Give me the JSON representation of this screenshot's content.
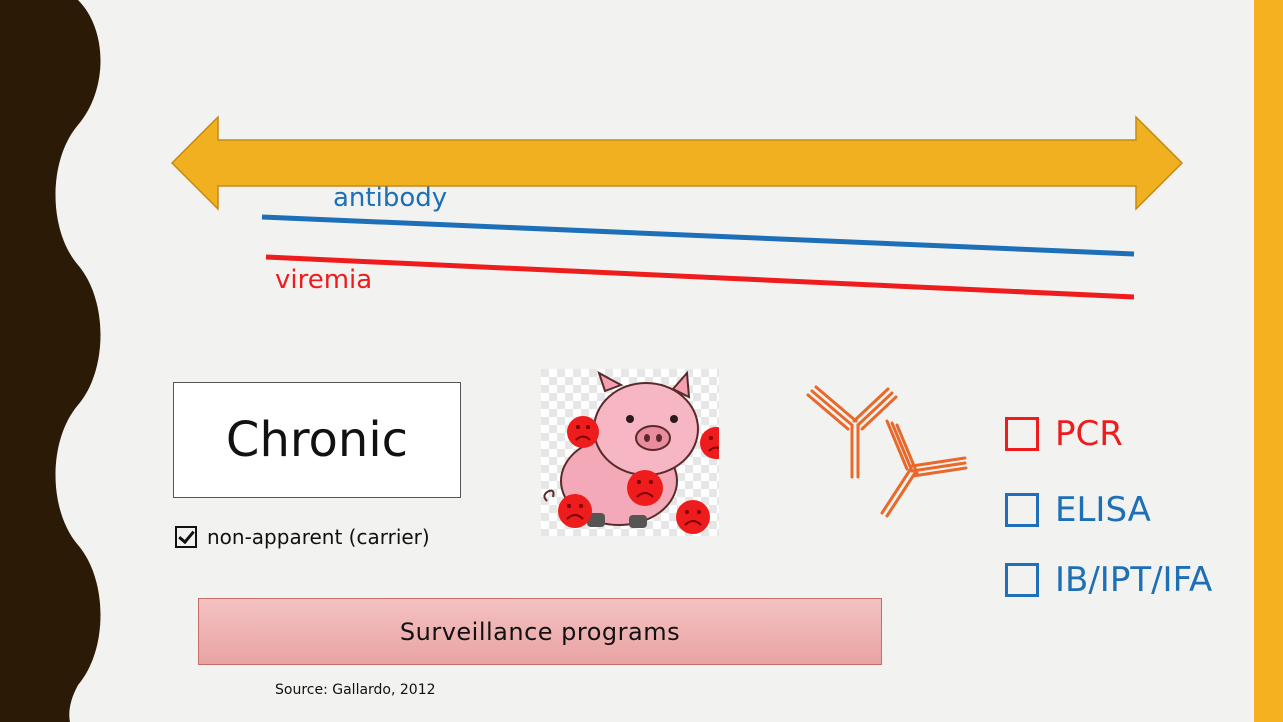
{
  "labels": {
    "antibody": "antibody",
    "viremia": "viremia"
  },
  "stage": {
    "title": "Chronic"
  },
  "carrier": {
    "text": "non-apparent (carrier)"
  },
  "tests": [
    {
      "label": "PCR",
      "color": "#ee1c1c"
    },
    {
      "label": "ELISA",
      "color": "#1d6fb8"
    },
    {
      "label": "IB/IPT/IFA",
      "color": "#1d6fb8"
    }
  ],
  "surveillance": {
    "label": "Surveillance programs"
  },
  "source": {
    "text": "Source: Gallardo, 2012"
  },
  "colors": {
    "left_strip": "#2b1a06",
    "right_strip": "#f5b120",
    "arrow": "#f0b020",
    "antibody_line": "#1d6fb8",
    "viremia_line": "#ee1c1c",
    "antibody_icon": "#e8692a"
  },
  "icons": [
    "pig-icon",
    "sad-face-icon",
    "antibody-icon",
    "checkbox-checked-icon",
    "checkbox-empty-icon"
  ]
}
